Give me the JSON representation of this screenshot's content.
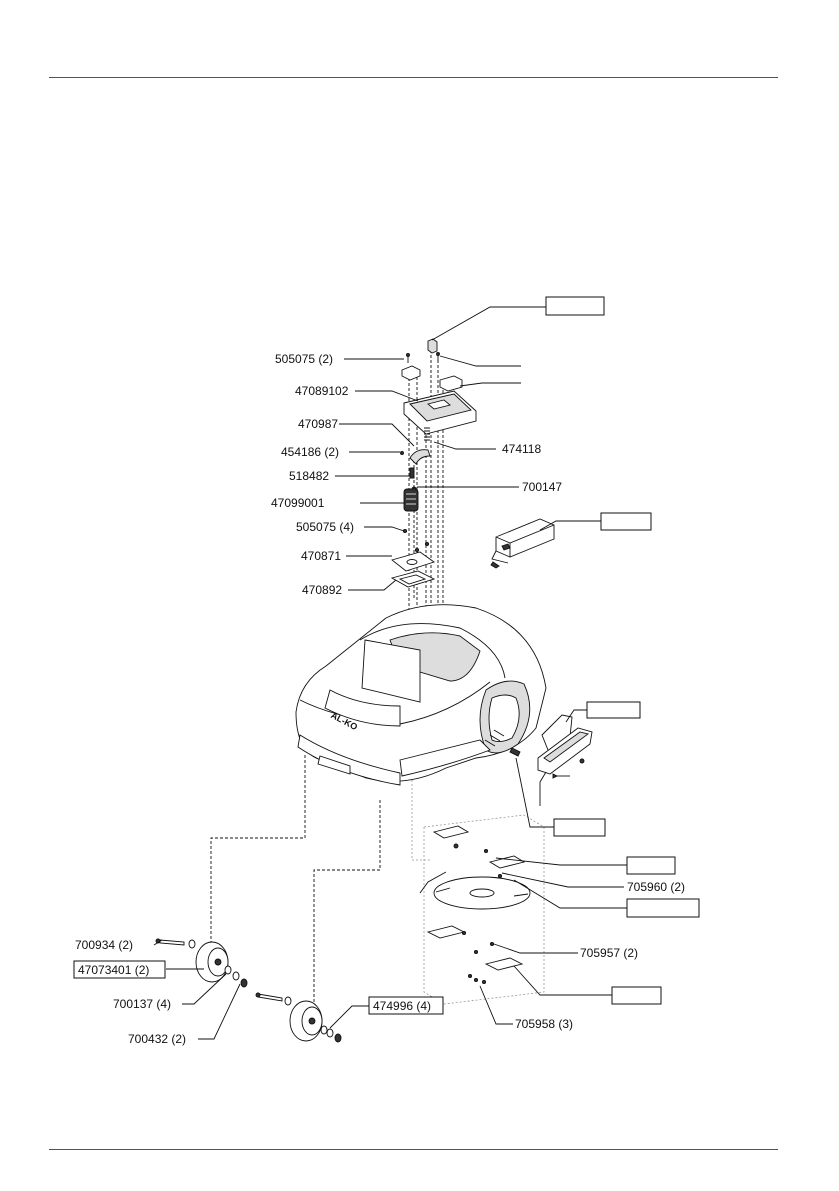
{
  "colors": {
    "rule": "#e2142d",
    "ink": "#111111"
  },
  "labels": {
    "l505075_2": "505075 (2)",
    "l47089102": "47089102",
    "l470987": "470987",
    "l454186_2": "454186 (2)",
    "l518482": "518482",
    "l47099001": "47099001",
    "l505075_4": "505075 (4)",
    "l470871": "470871",
    "l470892": "470892",
    "l474118": "474118",
    "l700147": "700147",
    "l705960_2": "705960 (2)",
    "l705957_2": "705957 (2)",
    "l705958_3": "705958 (3)",
    "l700934_2": "700934 (2)",
    "l47073401_2": "47073401 (2)",
    "l700137_4": "700137 (4)",
    "l700432_2": "700432 (2)",
    "l474996_4": "474996 (4)"
  },
  "logo": "AL-KO"
}
